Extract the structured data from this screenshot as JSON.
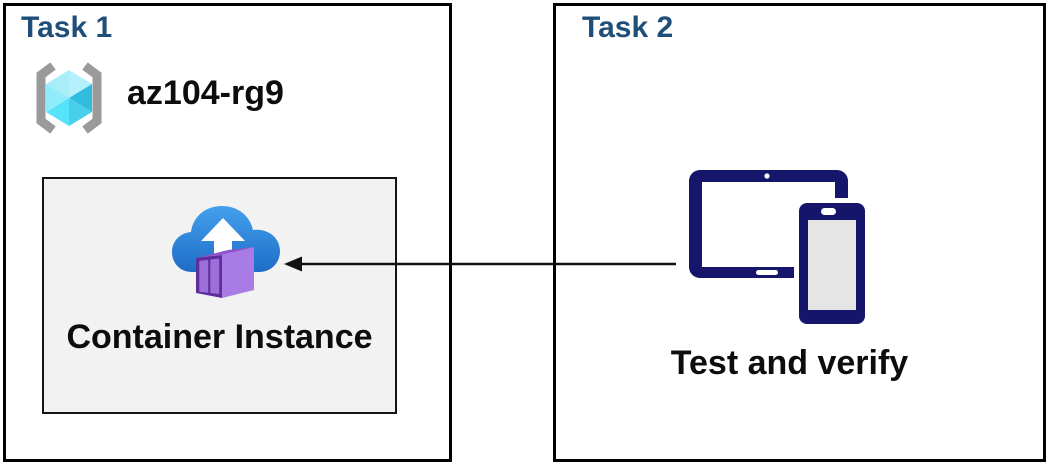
{
  "diagram": {
    "task1": {
      "title": "Task 1",
      "resource_group": {
        "label": "az104-rg9",
        "icon": "resource-group-icon"
      },
      "container_instance": {
        "label": "Container Instance",
        "icon": "container-instance-icon"
      }
    },
    "task2": {
      "title": "Task 2",
      "devices": {
        "label": "Test and verify",
        "icon": "tablet-and-phone-icon"
      }
    },
    "arrow": {
      "from": "task2-devices-icon",
      "to": "task1-container-instance-icon",
      "direction": "right-to-left"
    }
  },
  "colors": {
    "task_title_blue": "#1F4E79",
    "body_text": "#0D0D0D",
    "outer_box_border": "#000000",
    "inner_box_fill": "#F2F2F2",
    "inner_box_border": "#141414",
    "device_navy": "#15156B",
    "device_phone_screen": "#E5E5E5",
    "cloud_blue_top": "#44A0EC",
    "cloud_blue_bottom": "#1E6DC8",
    "container_front_purple": "#5D2E9C",
    "container_panel_purple": "#9C6FD9",
    "container_side_purple": "#A97BE4",
    "container_top_purple": "#8F55C9",
    "cube_pale_cyan": "#A9EDF9",
    "cube_light_cyan": "#8FECFA",
    "cube_bright_cyan": "#55E4F9",
    "cube_mid_cyan": "#49CFEC",
    "cube_dark_cyan": "#2FBCDE",
    "bracket_gray": "#9A9A9A",
    "arrow_black": "#111111"
  }
}
